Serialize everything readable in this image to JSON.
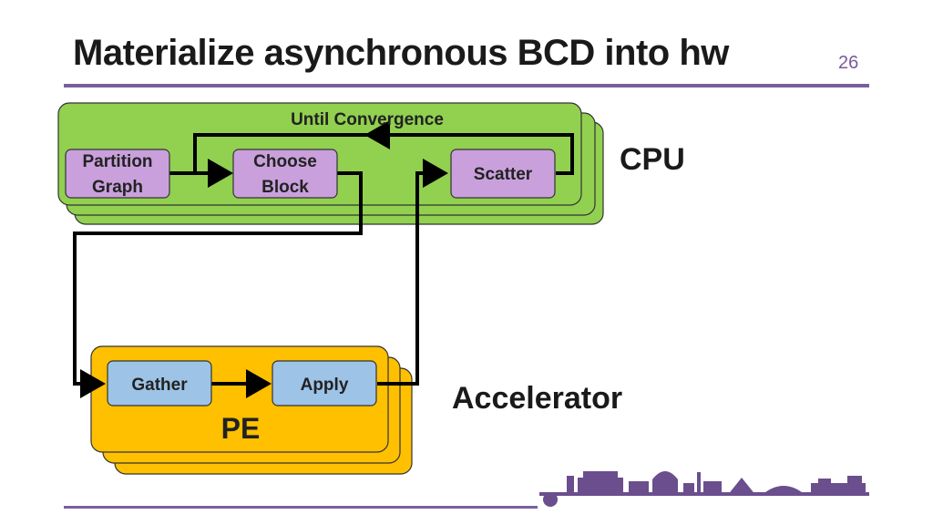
{
  "slide": {
    "title": "Materialize asynchronous BCD into hw",
    "page_number": "26"
  },
  "cpu": {
    "label": "CPU",
    "loop_label": "Until Convergence",
    "nodes": {
      "partition": [
        "Partition",
        "Graph"
      ],
      "choose": [
        "Choose",
        "Block"
      ],
      "scatter": "Scatter"
    }
  },
  "accelerator": {
    "label": "Accelerator",
    "pe_label": "PE",
    "nodes": {
      "gather": "Gather",
      "apply": "Apply"
    }
  },
  "colors": {
    "cpu_fill": "#92d050",
    "pe_fill": "#ffc000",
    "cpu_node_fill": "#c9a0dc",
    "pe_node_fill": "#9dc3e6",
    "accent": "#7b5ea0"
  }
}
